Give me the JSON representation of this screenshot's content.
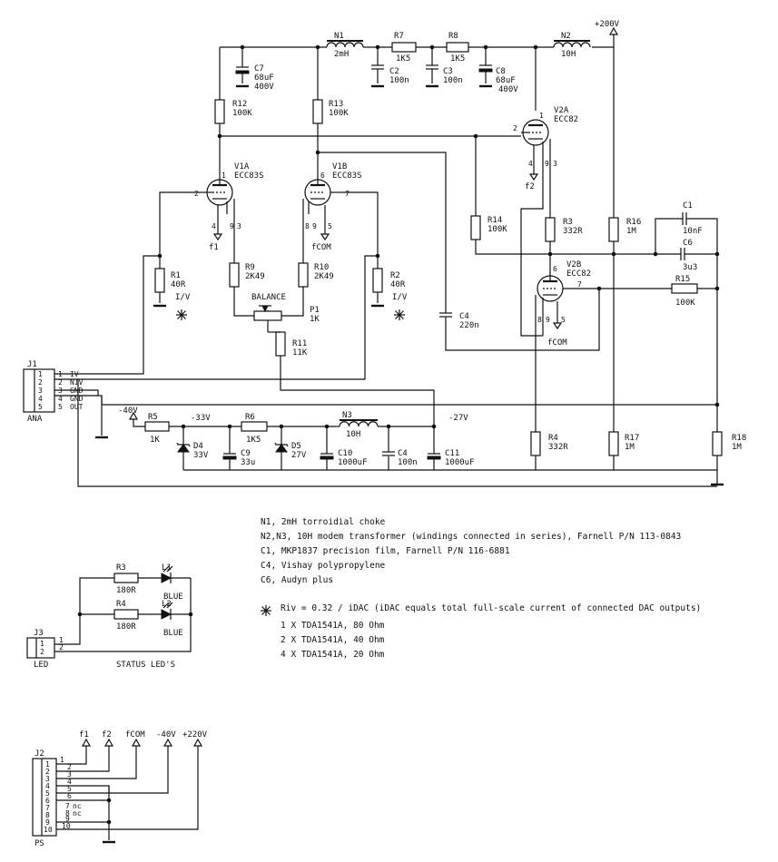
{
  "supply": {
    "hv": "+200V",
    "neg40": "-40V",
    "neg33": "-33V",
    "neg27": "-27V"
  },
  "tubes": {
    "v1a": {
      "ref": "V1A",
      "type": "ECC83S",
      "pin_p": "1",
      "pin_g": "2",
      "pin_k": "3",
      "pin_h1": "4",
      "pin_h2": "9"
    },
    "v1b": {
      "ref": "V1B",
      "type": "ECC83S",
      "pin_p": "6",
      "pin_g": "7",
      "pin_k": "8",
      "pin_h1": "5",
      "pin_h2": "9"
    },
    "v2a": {
      "ref": "V2A",
      "type": "ECC82",
      "pin_p": "1",
      "pin_g": "2",
      "pin_k": "3",
      "pin_h1": "4",
      "pin_h2": "9"
    },
    "v2b": {
      "ref": "V2B",
      "type": "ECC82",
      "pin_p": "6",
      "pin_g": "7",
      "pin_k": "8",
      "pin_h1": "5",
      "pin_h2": "9"
    }
  },
  "heater": {
    "f1": "f1",
    "f2": "f2",
    "fcom": "fCOM"
  },
  "parts": {
    "n1": {
      "ref": "N1",
      "val": "2mH"
    },
    "n2": {
      "ref": "N2",
      "val": "10H"
    },
    "n3": {
      "ref": "N3",
      "val": "10H"
    },
    "r7": {
      "ref": "R7",
      "val": "1K5"
    },
    "r8": {
      "ref": "R8",
      "val": "1K5"
    },
    "c7": {
      "ref": "C7",
      "val": "68uF",
      "val2": "400V"
    },
    "c2": {
      "ref": "C2",
      "val": "100n"
    },
    "c3": {
      "ref": "C3",
      "val": "100n"
    },
    "c8": {
      "ref": "C8",
      "val": "68uF",
      "val2": "400V"
    },
    "r12": {
      "ref": "R12",
      "val": "100K"
    },
    "r13": {
      "ref": "R13",
      "val": "100K"
    },
    "r1": {
      "ref": "R1",
      "val": "40R",
      "note": "I/V"
    },
    "r2": {
      "ref": "R2",
      "val": "40R",
      "note": "I/V"
    },
    "r9": {
      "ref": "R9",
      "val": "2K49"
    },
    "r10": {
      "ref": "R10",
      "val": "2K49"
    },
    "p1": {
      "ref": "P1",
      "val": "1K",
      "label": "BALANCE"
    },
    "r11": {
      "ref": "R11",
      "val": "11K"
    },
    "c4a": {
      "ref": "C4",
      "val": "220n"
    },
    "r14": {
      "ref": "R14",
      "val": "100K"
    },
    "r3": {
      "ref": "R3",
      "val": "332R"
    },
    "r16": {
      "ref": "R16",
      "val": "1M"
    },
    "c1": {
      "ref": "C1",
      "val": "10nF"
    },
    "c6": {
      "ref": "C6",
      "val": "3u3"
    },
    "r15": {
      "ref": "R15",
      "val": "100K"
    },
    "r4": {
      "ref": "R4",
      "val": "332R"
    },
    "r17": {
      "ref": "R17",
      "val": "1M"
    },
    "r18": {
      "ref": "R18",
      "val": "1M"
    },
    "r5": {
      "ref": "R5",
      "val": "1K"
    },
    "d4": {
      "ref": "D4",
      "val": "33V"
    },
    "c9": {
      "ref": "C9",
      "val": "33u"
    },
    "r6": {
      "ref": "R6",
      "val": "1K5"
    },
    "d5": {
      "ref": "D5",
      "val": "27V"
    },
    "c10": {
      "ref": "C10",
      "val": "1000uF"
    },
    "c4b": {
      "ref": "C4",
      "val": "100n"
    },
    "c11": {
      "ref": "C11",
      "val": "1000uF"
    }
  },
  "j1": {
    "ref": "J1",
    "name": "ANA",
    "pins": [
      "1",
      "2",
      "3",
      "4",
      "5"
    ],
    "signals": [
      "IV",
      "NIV",
      "GND",
      "GND",
      "OUT"
    ]
  },
  "led": {
    "ref": "J3",
    "name": "LED",
    "pins": [
      "1",
      "2"
    ],
    "caption": "STATUS LED'S",
    "r3": {
      "ref": "R3",
      "val": "180R"
    },
    "r4": {
      "ref": "R4",
      "val": "180R"
    },
    "l1": {
      "ref": "L1",
      "val": "BLUE"
    },
    "l2": {
      "ref": "L2",
      "val": "BLUE"
    }
  },
  "ps": {
    "ref": "J2",
    "name": "PS",
    "pins": [
      "1",
      "2",
      "3",
      "4",
      "5",
      "6",
      "7",
      "8",
      "9",
      "10"
    ],
    "nc7": "nc",
    "nc8": "nc",
    "rails": [
      "f1",
      "f2",
      "fCOM",
      "-40V",
      "+220V"
    ]
  },
  "notes": [
    "N1, 2mH torroidial choke",
    "N2,N3, 10H modem transformer (windings connected in series), Farnell P/N 113-0843",
    "C1, MKP1837 precision film, Farnell P/N 116-6881",
    "C4, Vishay polypropylene",
    "C6, Audyn plus"
  ],
  "riv": {
    "formula": "Riv = 0.32 / iDAC (iDAC equals total full-scale current of connected DAC outputs)",
    "lines": [
      "1 X TDA1541A, 80 Ohm",
      "2 X TDA1541A, 40 Ohm",
      "4 X TDA1541A, 20 Ohm"
    ]
  }
}
